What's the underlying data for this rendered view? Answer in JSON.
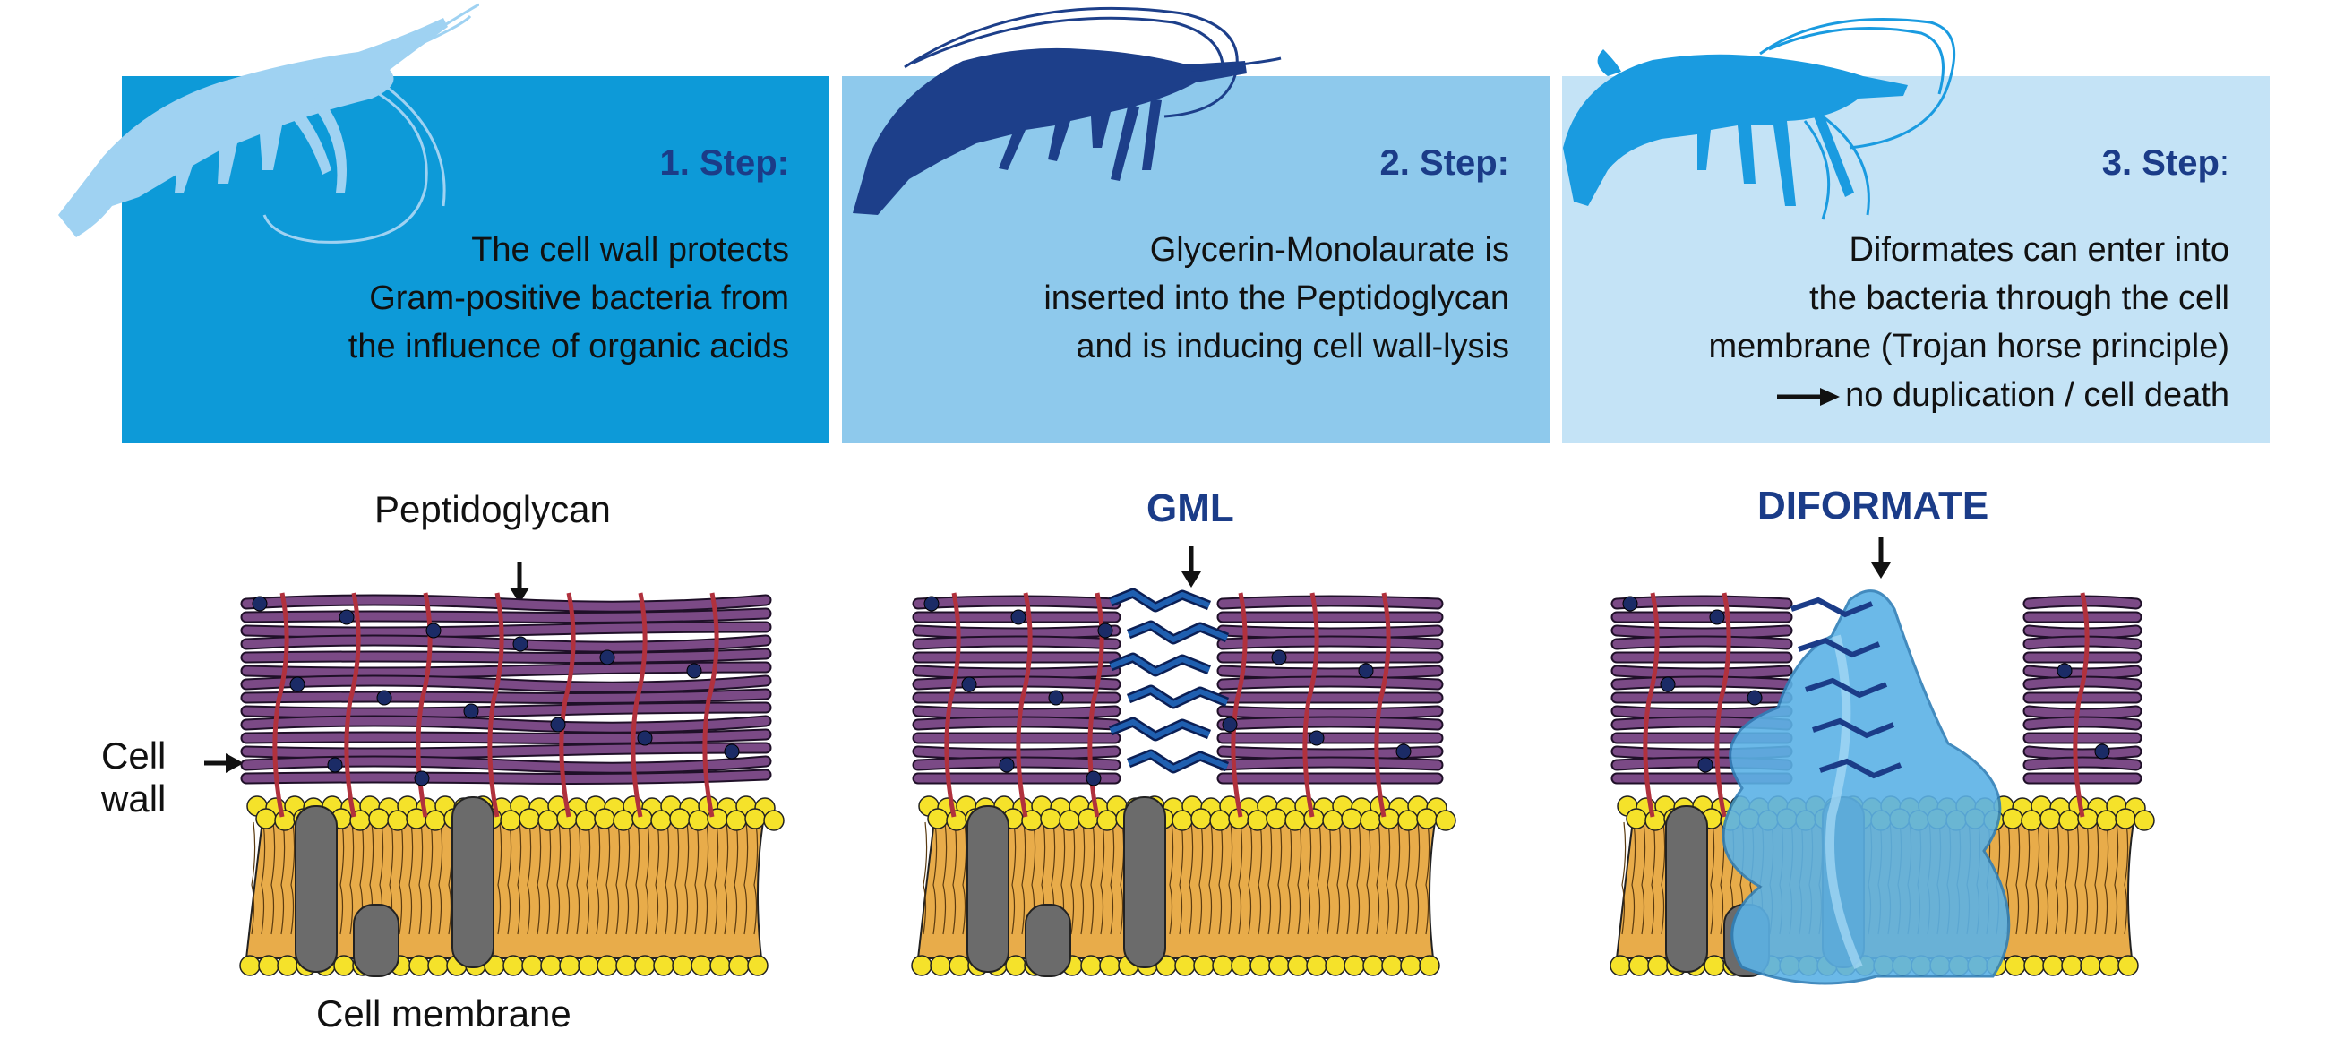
{
  "colors": {
    "panel1": "#0d9ad8",
    "panel2": "#8ec9ec",
    "panel3": "#c4e3f6",
    "step_text": "#1b3c88",
    "membrane": "#e8ac4a",
    "lipid_head": "#f5e22a",
    "protein": "#6b6b6b",
    "peptidoglycan": "#7b4a86",
    "crosslink": "#b0313d",
    "gml": "#1f5fb0",
    "diformate": "#5cb2e6"
  },
  "steps": [
    {
      "title": "1. Step:",
      "lines": [
        "The cell wall protects",
        "Gram-positive bacteria from",
        "the influence of organic acids"
      ],
      "shrimp_icon": "shrimp-light-icon"
    },
    {
      "title": "2. Step:",
      "lines": [
        "Glycerin-Monolaurate is",
        "inserted into the Peptidoglycan",
        "and is inducing cell wall-lysis"
      ],
      "shrimp_icon": "shrimp-dark-icon"
    },
    {
      "title": "3. Step",
      "title_suffix": ":",
      "lines": [
        "Diformates can enter into",
        "the bacteria through the cell",
        "membrane (Trojan horse principle)",
        "no duplication / cell death"
      ],
      "shrimp_icon": "shrimp-medium-icon"
    }
  ],
  "labels": {
    "peptidoglycan": "Peptidoglycan",
    "gml": "GML",
    "diformate": "DIFORMATE",
    "cell_wall_line1": "Cell",
    "cell_wall_line2": "wall",
    "cell_membrane": "Cell membrane"
  }
}
